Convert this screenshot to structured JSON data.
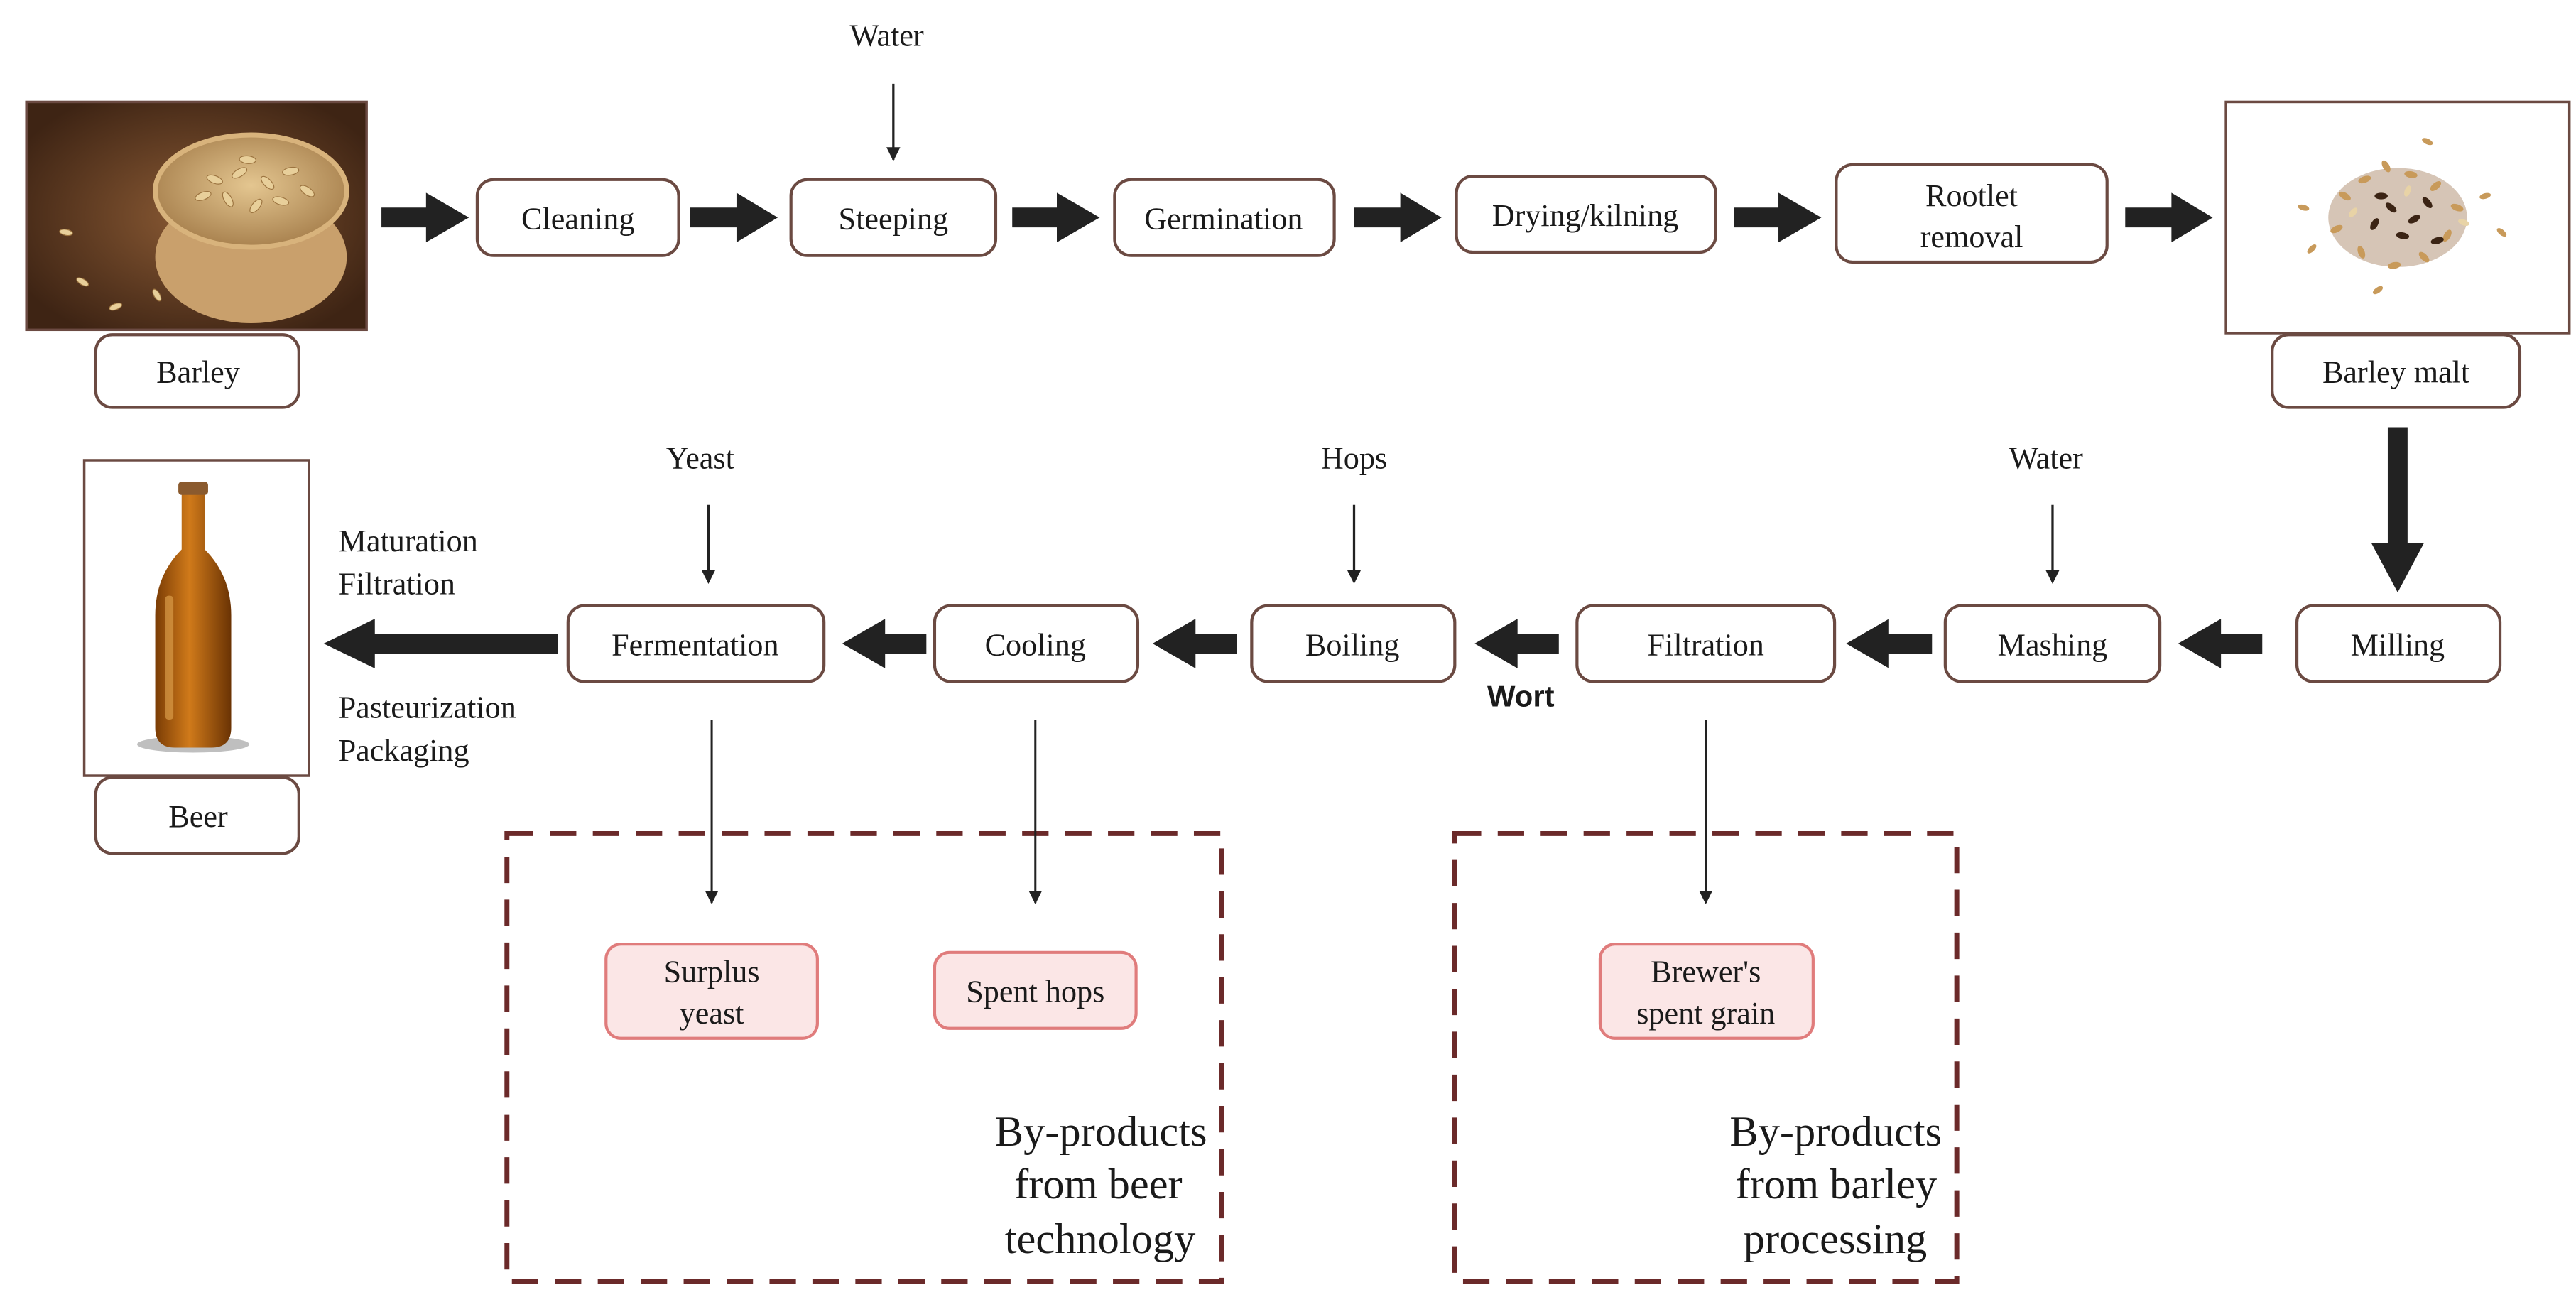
{
  "colors": {
    "box_stroke": "#6b4a42",
    "byproduct_fill": "#fbe6e6",
    "byproduct_stroke": "#e07c7c",
    "dashed_frame": "#6b2a2a",
    "arrow": "#222222"
  },
  "top_row": {
    "barley_label": "Barley",
    "steps": [
      "Cleaning",
      "Steeping",
      "Germination",
      "Drying/kilning"
    ],
    "rootlet_line1": "Rootlet",
    "rootlet_line2": "removal",
    "malt_label": "Barley malt",
    "water_input": "Water"
  },
  "bottom_row": {
    "milling": "Milling",
    "mashing": "Mashing",
    "filtration": "Filtration",
    "boiling": "Boiling",
    "cooling": "Cooling",
    "fermentation": "Fermentation",
    "wort": "Wort",
    "water_input": "Water",
    "hops_input": "Hops",
    "yeast_input": "Yeast",
    "beer_label": "Beer",
    "post_steps_top": [
      "Maturation",
      "Filtration"
    ],
    "post_steps_bottom": [
      "Pasteurization",
      "Packaging"
    ]
  },
  "byproducts": {
    "surplus_yeast": [
      "Surplus",
      "yeast"
    ],
    "spent_hops": "Spent hops",
    "spent_grain": [
      "Brewer's",
      "spent grain"
    ],
    "beer_group": [
      "By-products",
      "from beer",
      "technology"
    ],
    "barley_group": [
      "By-products",
      "from barley",
      "processing"
    ]
  },
  "images": {
    "barley_photo": "barley-bowl-photo",
    "malt_photo": "barley-malt-photo",
    "beer_photo": "beer-bottle-photo"
  }
}
